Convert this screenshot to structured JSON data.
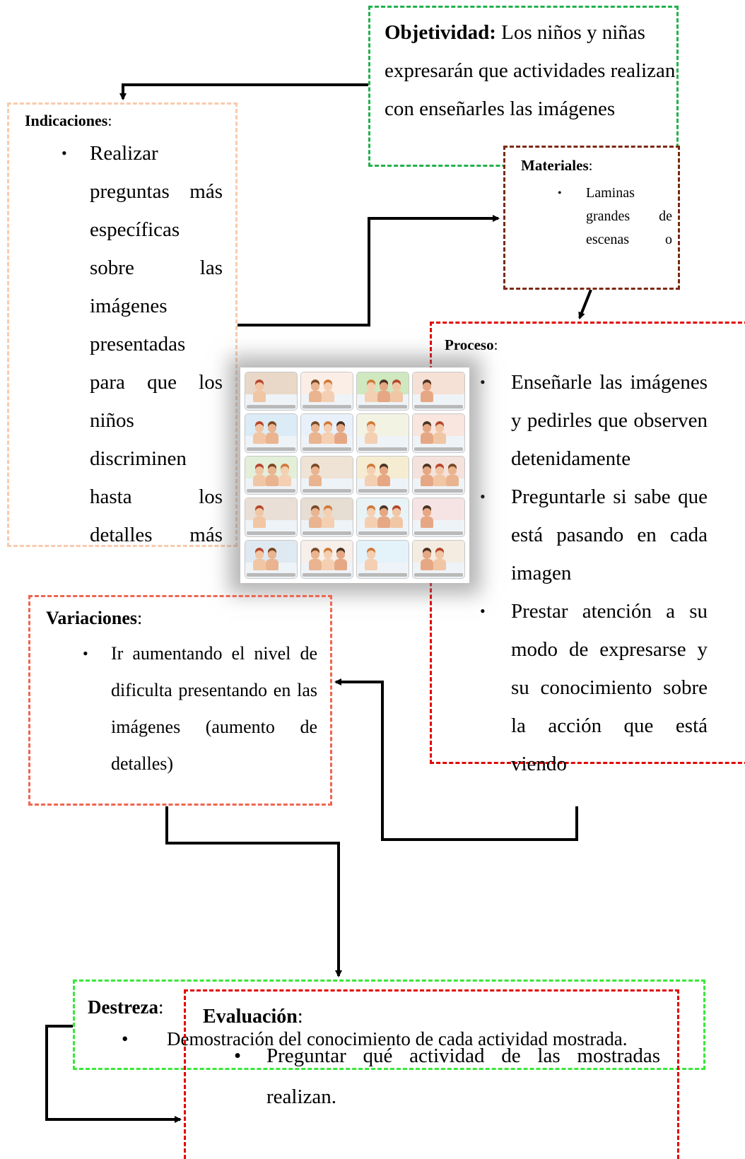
{
  "objetividad": {
    "title": "Objetividad:",
    "text": " Los niños y niñas expresarán que actividades realizan con enseñarles las imágenes"
  },
  "indicaciones": {
    "title": "Indicaciones",
    "colon": ":",
    "items": [
      "Realizar preguntas más específicas sobre las imágenes presentadas para que los niños discriminen hasta los detalles más"
    ]
  },
  "materiales": {
    "title": "Materiales",
    "colon": ":",
    "items": [
      "Laminas grandes de escenas o"
    ]
  },
  "proceso": {
    "title": "Proceso",
    "colon": ":",
    "items": [
      "Enseñarle las imágenes y pedirles que observen detenidamente",
      "Preguntarle si sabe que está pasando en cada imagen",
      "Prestar atención a su modo de expresarse y su conocimiento sobre la acción que está viendo"
    ]
  },
  "variaciones": {
    "title": "Variaciones",
    "colon": ":",
    "items": [
      "Ir aumentando el nivel de dificulta presentando en las imágenes (aumento de detalles)"
    ]
  },
  "destreza": {
    "title": "Destreza",
    "colon": ":",
    "items": [
      "Demostración del conocimiento de cada actividad mostrada."
    ]
  },
  "evaluacion": {
    "title": "Evaluación",
    "colon": ":",
    "items": [
      "Preguntar qué actividad de las mostradas realizan."
    ]
  },
  "colors": {
    "objetividad": "#22b14c",
    "indicaciones": "#f8cbad",
    "materiales": "#7b2a12",
    "proceso": "#e30000",
    "variaciones": "#f06550",
    "destreza": "#39e839",
    "evaluacion": "#e30000",
    "connector": "#000000"
  }
}
